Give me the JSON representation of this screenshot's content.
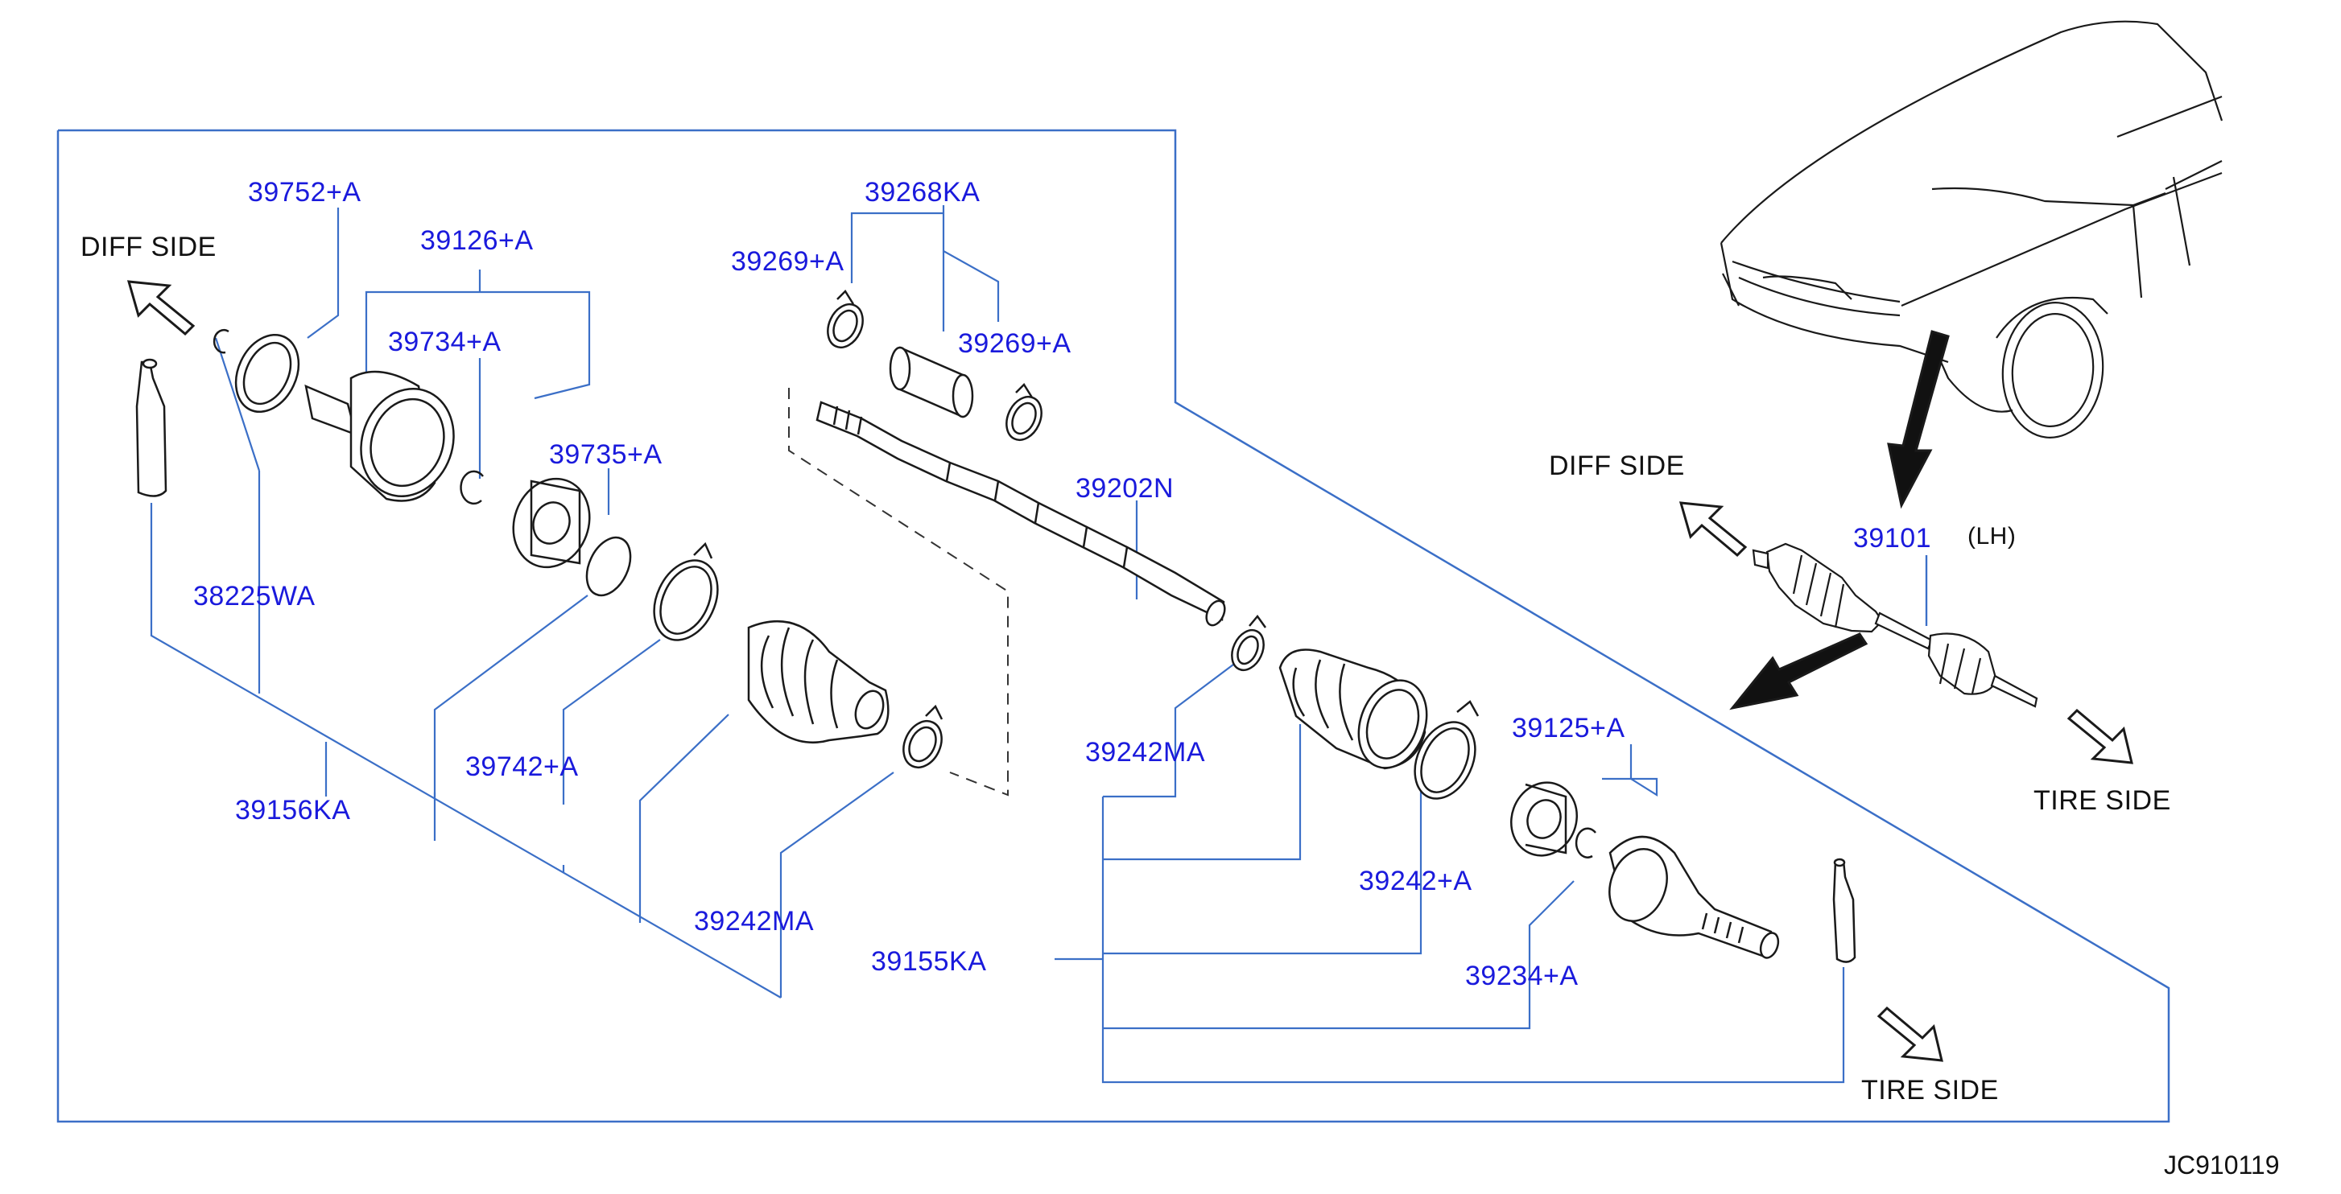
{
  "colors": {
    "leader": "#3b6fc7",
    "part": "#1a1a1a",
    "number": "#1a1adc",
    "text": "#111111"
  },
  "labels": {
    "diff_side_1": "DIFF  SIDE",
    "diff_side_2": "DIFF  SIDE",
    "tire_side_1": "TIRE  SIDE",
    "tire_side_2": "TIRE  SIDE",
    "lh": "(LH)",
    "ref_code": "JC910119"
  },
  "parts": {
    "p39752": "39752+A",
    "p39126": "39126+A",
    "p39734": "39734+A",
    "p39735": "39735+A",
    "p38225": "38225WA",
    "p39742": "39742+A",
    "p39156": "39156KA",
    "p39242ma_1": "39242MA",
    "p39268": "39268KA",
    "p39269_1": "39269+A",
    "p39269_2": "39269+A",
    "p39202": "39202N",
    "p39242ma_2": "39242MA",
    "p39155": "39155KA",
    "p39242a": "39242+A",
    "p39125": "39125+A",
    "p39234": "39234+A",
    "p39101": "39101"
  }
}
